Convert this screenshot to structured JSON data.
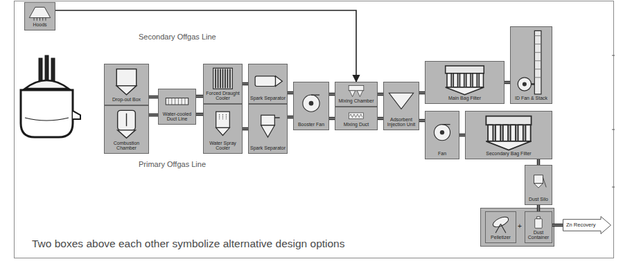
{
  "diagram": {
    "caption": "Two boxes above each other symbolize alternative design options",
    "nodes": [
      {
        "text": [
          "Hoods"
        ]
      },
      {
        "text": [
          "Drop-out Box"
        ]
      },
      {
        "text": [
          "Combustion Chamber"
        ]
      },
      {
        "text": [
          "Water-cooled Duct Line"
        ]
      },
      {
        "text": [
          "Forced Draught Cooler"
        ]
      },
      {
        "text": [
          "Water Spray Cooler"
        ]
      },
      {
        "text": [
          "Spark Separator"
        ]
      },
      {
        "text": [
          "Spark Separator"
        ]
      },
      {
        "text": [
          "Booster Fan"
        ]
      },
      {
        "text": [
          "Mixing Chamber"
        ]
      },
      {
        "text": [
          "Mixing Duct"
        ]
      },
      {
        "text": [
          "Adsorbent Injection Unit"
        ]
      },
      {
        "text": [
          "Main Bag Filter"
        ]
      },
      {
        "text": [
          "ID Fan & Stack"
        ]
      },
      {
        "text": [
          "Fan"
        ]
      },
      {
        "text": [
          "Secondary Bag Filter"
        ]
      },
      {
        "text": [
          "Dust Silo"
        ]
      },
      {
        "text": [
          "Pelletizer"
        ]
      },
      {
        "text": [
          "Dust Container"
        ]
      },
      {
        "text": [
          "Zn Recovery"
        ]
      }
    ],
    "edges": [
      {
        "from": 0,
        "to": 9,
        "arrow": "to"
      },
      {
        "from": 1,
        "to": 3,
        "arrow": "none"
      },
      {
        "from": 2,
        "to": 3,
        "arrow": "none"
      },
      {
        "from": 3,
        "to": 4,
        "arrow": "none"
      },
      {
        "from": 3,
        "to": 5,
        "arrow": "none"
      },
      {
        "from": 4,
        "to": 6,
        "arrow": "none"
      },
      {
        "from": 5,
        "to": 7,
        "arrow": "none"
      },
      {
        "from": 6,
        "to": 8,
        "arrow": "none"
      },
      {
        "from": 7,
        "to": 8,
        "arrow": "none"
      },
      {
        "from": 8,
        "to": 9,
        "arrow": "none"
      },
      {
        "from": 8,
        "to": 10,
        "arrow": "none"
      },
      {
        "from": 9,
        "to": 11,
        "arrow": "none"
      },
      {
        "from": 10,
        "to": 11,
        "arrow": "none"
      },
      {
        "from": 11,
        "to": 12,
        "arrow": "none"
      },
      {
        "from": 11,
        "to": 14,
        "arrow": "none"
      },
      {
        "from": 12,
        "to": 13,
        "arrow": "none"
      },
      {
        "from": 14,
        "to": 15,
        "arrow": "none"
      },
      {
        "from": 15,
        "to": 16,
        "arrow": "none"
      },
      {
        "from": 16,
        "to": 18,
        "arrow": "none"
      },
      {
        "from": 18,
        "to": 19,
        "arrow": "none"
      }
    ],
    "labels": [
      "Secondary Offgas Line",
      "Primary Offgas Line",
      "+"
    ]
  }
}
